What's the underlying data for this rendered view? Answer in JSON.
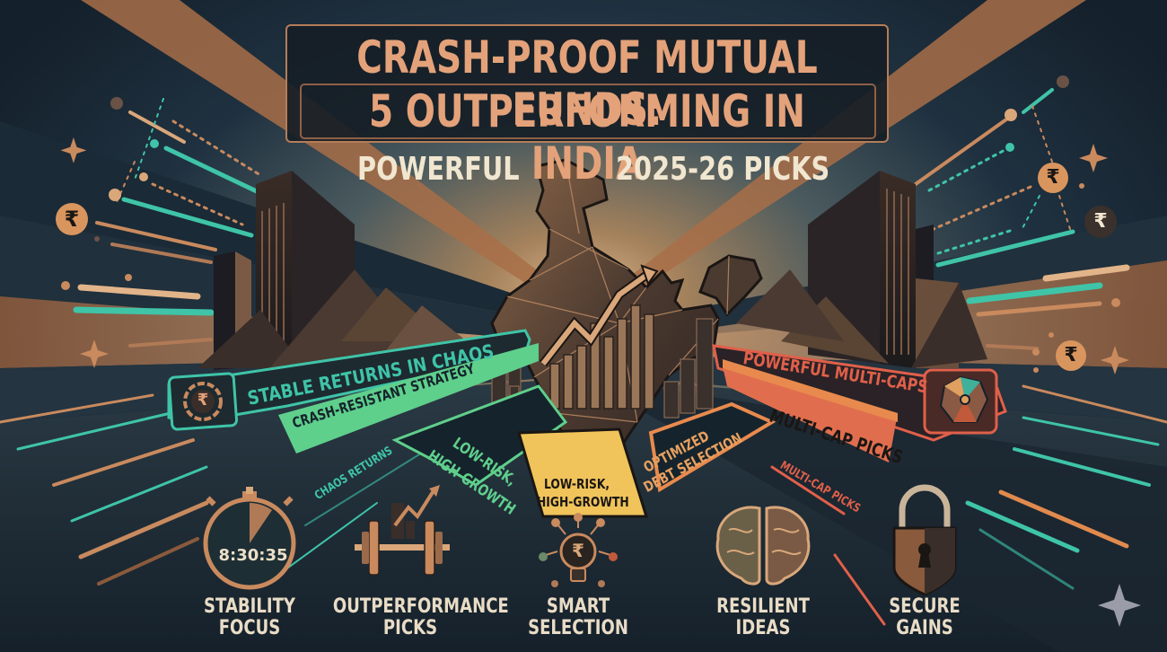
{
  "header": {
    "title_line1": "CRASH-PROOF MUTUAL FUNDS:",
    "title_line2": "5 OUTPERFORMING IN INDIA",
    "subtitle_left": "POWERFUL",
    "subtitle_right": "2025-26 PICKS"
  },
  "ribbons": {
    "stable_returns": "STABLE RETURNS IN CHAOS",
    "crash_resistant": "CRASH-RESISTANT STRATEGY",
    "chaos_returns": "CHAOS RETURNS",
    "low_risk_green_1": "LOW-RISK,",
    "low_risk_green_2": "HIGH-GROWTH",
    "low_risk_yellow_1": "LOW-RISK,",
    "low_risk_yellow_2": "HIGH-GROWTH",
    "optimized_1": "OPTIMIZED",
    "optimized_2": "DEBT SELECTION",
    "powerful_multicaps": "POWERFUL MULTI-CAPS",
    "multicap_picks": "MULTI-CAP PICKS",
    "multicap_picks_small": "MULTI-CAP PICKS"
  },
  "features": [
    {
      "icon": "stopwatch-icon",
      "line1": "STABILITY",
      "line2": "FOCUS",
      "time": "8:30:35"
    },
    {
      "icon": "dumbbell-chart-icon",
      "line1": "OUTPERFORMANCE",
      "line2": "PICKS"
    },
    {
      "icon": "lightbulb-rupee-icon",
      "line1": "SMART",
      "line2": "SELECTION"
    },
    {
      "icon": "brain-icon",
      "line1": "RESILIENT",
      "line2": "IDEAS"
    },
    {
      "icon": "padlock-icon",
      "line1": "SECURE",
      "line2": "GAINS"
    }
  ],
  "decor": {
    "currency_symbol": "₹"
  },
  "colors": {
    "copper": "#c98a5e",
    "teal": "#3fc4a8",
    "mint": "#5fcf8c",
    "yellow": "#f0c45a",
    "orange": "#e88a4e",
    "red": "#e0604a",
    "navy": "#14202b",
    "cream": "#f1e6cf"
  }
}
